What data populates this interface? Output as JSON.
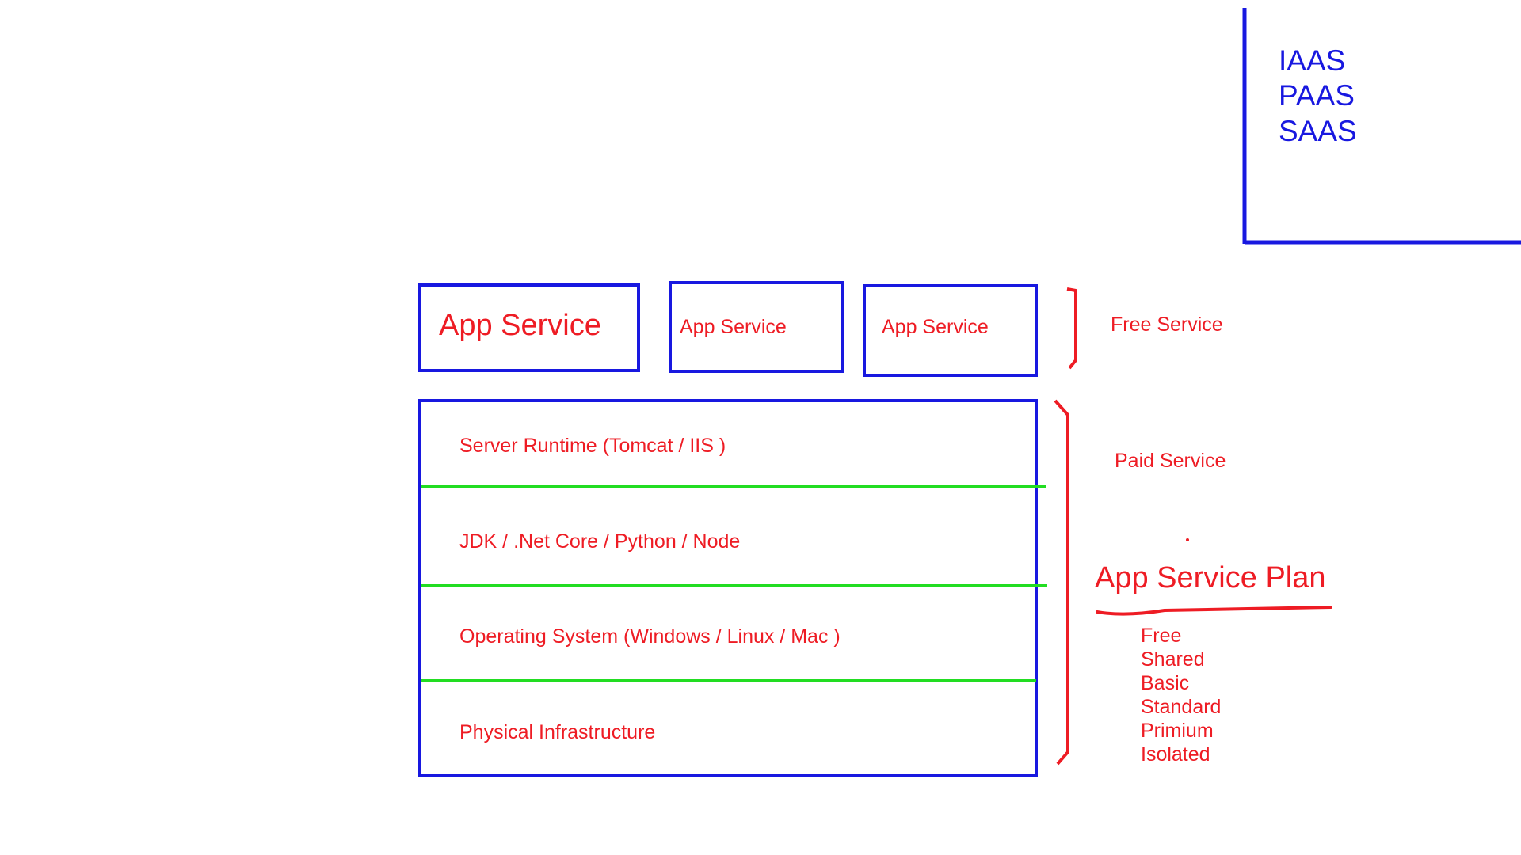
{
  "models": [
    "IAAS",
    "PAAS",
    "SAAS"
  ],
  "app_services": [
    {
      "label": "App Service"
    },
    {
      "label": "App Service"
    },
    {
      "label": "App Service"
    }
  ],
  "free_service_label": "Free Service",
  "paid_service_label": "Paid Service",
  "stack_layers": [
    {
      "label": "Server Runtime (Tomcat / IIS )"
    },
    {
      "label": "JDK / .Net Core / Python / Node"
    },
    {
      "label": "Operating System (Windows / Linux / Mac )"
    },
    {
      "label": "Physical Infrastructure"
    }
  ],
  "plan": {
    "title": "App Service Plan",
    "tiers": [
      "Free",
      "Shared",
      "Basic",
      "Standard",
      "Primium",
      "Isolated"
    ]
  },
  "colors": {
    "box_blue": "#1818e0",
    "text_red": "#ee1c24",
    "divider_green": "#22dd22"
  }
}
